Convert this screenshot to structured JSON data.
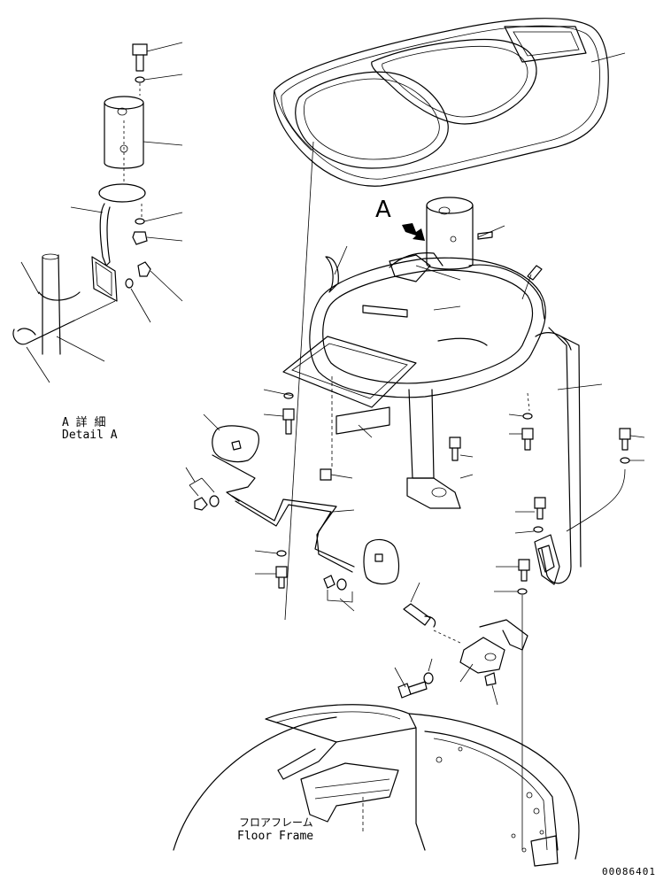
{
  "labels": {
    "view_letter": "A",
    "detail_jp": "A 詳 細",
    "detail_en": "Detail A",
    "floor_jp": "フロアフレーム",
    "floor_en": "Floor Frame",
    "drawing_number": "00086401"
  },
  "icons": {
    "view_arrow": "view-direction-arrow-icon"
  }
}
